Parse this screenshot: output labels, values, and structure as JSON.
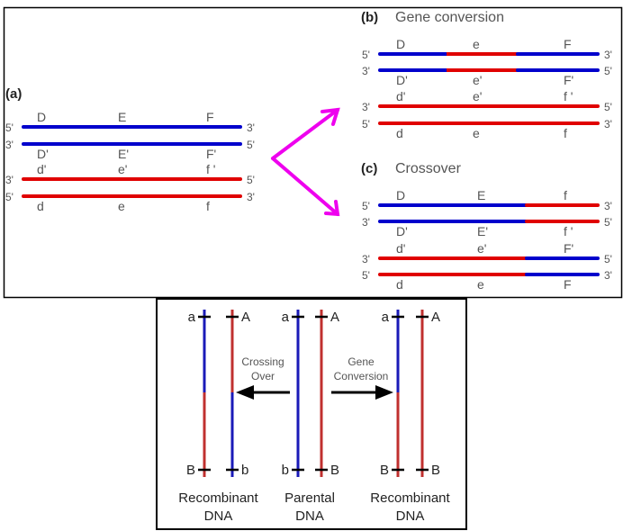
{
  "colors": {
    "blue": "#0000cc",
    "red": "#e00000",
    "magenta": "#ee00ee",
    "blue2": "#1a1ab8",
    "red2": "#c0302f",
    "black": "#000000"
  },
  "panel_a": {
    "tag": "(a)",
    "strands": [
      {
        "left": "5'",
        "right": "3'",
        "segments": [
          "blue"
        ],
        "labels": [
          "D",
          "E",
          "F"
        ],
        "label_pos": "above"
      },
      {
        "left": "3'",
        "right": "5'",
        "segments": [
          "blue"
        ],
        "labels": [
          "D'",
          "E'",
          "F'"
        ],
        "label_pos": "below"
      },
      {
        "left": "3'",
        "right": "5'",
        "segments": [
          "red"
        ],
        "labels": [
          "d'",
          "e'",
          "f '"
        ],
        "label_pos": "above"
      },
      {
        "left": "5'",
        "right": "3'",
        "segments": [
          "red"
        ],
        "labels": [
          "d",
          "e",
          "f"
        ],
        "label_pos": "below"
      }
    ]
  },
  "panel_b": {
    "tag": "(b)",
    "title": "Gene conversion",
    "strands": [
      {
        "left": "5'",
        "right": "3'",
        "segments": [
          "blue",
          "red",
          "blue"
        ],
        "labels": [
          "D",
          "e",
          "F"
        ],
        "label_pos": "above"
      },
      {
        "left": "3'",
        "right": "5'",
        "segments": [
          "blue",
          "red",
          "blue"
        ],
        "labels": [
          "D'",
          "e'",
          "F'"
        ],
        "label_pos": "below"
      },
      {
        "left": "3'",
        "right": "5'",
        "segments": [
          "red"
        ],
        "labels": [
          "d'",
          "e'",
          "f '"
        ],
        "label_pos": "above"
      },
      {
        "left": "5'",
        "right": "3'",
        "segments": [
          "red"
        ],
        "labels": [
          "d",
          "e",
          "f"
        ],
        "label_pos": "below"
      }
    ]
  },
  "panel_c": {
    "tag": "(c)",
    "title": "Crossover",
    "strands": [
      {
        "left": "5'",
        "right": "3'",
        "segments": [
          "blue",
          "red"
        ],
        "labels": [
          "D",
          "E",
          "f"
        ],
        "label_pos": "above"
      },
      {
        "left": "3'",
        "right": "5'",
        "segments": [
          "blue",
          "red"
        ],
        "labels": [
          "D'",
          "E'",
          "f '"
        ],
        "label_pos": "below"
      },
      {
        "left": "3'",
        "right": "5'",
        "segments": [
          "red",
          "blue"
        ],
        "labels": [
          "d'",
          "e'",
          "F'"
        ],
        "label_pos": "above"
      },
      {
        "left": "5'",
        "right": "3'",
        "segments": [
          "red",
          "blue"
        ],
        "labels": [
          "d",
          "e",
          "F"
        ],
        "label_pos": "below"
      }
    ]
  },
  "bottom": {
    "crossing_label_1": "Crossing",
    "crossing_label_2": "Over",
    "gene_label_1": "Gene",
    "gene_label_2": "Conversion",
    "groups": [
      {
        "name_1": "Recombinant",
        "name_2": "DNA",
        "left_top": "a",
        "right_top": "A",
        "left_bottom": "B",
        "right_bottom": "b"
      },
      {
        "name_1": "Parental",
        "name_2": "DNA",
        "left_top": "a",
        "right_top": "A",
        "left_bottom": "b",
        "right_bottom": "B"
      },
      {
        "name_1": "Recombinant",
        "name_2": "DNA",
        "left_top": "a",
        "right_top": "A",
        "left_bottom": "B",
        "right_bottom": "B"
      }
    ]
  }
}
